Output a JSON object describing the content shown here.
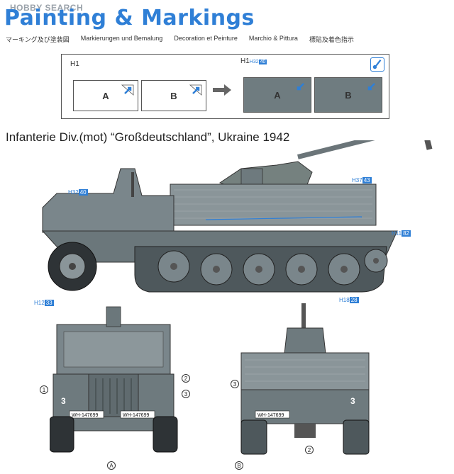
{
  "watermark": "HOBBY SEARCH",
  "title": "Painting & Markings",
  "subtitles": [
    "マーキング及び塗装図",
    "Markierungen und Bemalung",
    "Decoration et Peinture",
    "Marchio & Pittura",
    "標貼及着色指示"
  ],
  "steps": {
    "left_label": "H1",
    "right_label": "H1",
    "right_code": "H",
    "right_code2": "32",
    "right_num": "40",
    "panels": [
      "A",
      "B",
      "A",
      "B"
    ]
  },
  "caption": "Infanterie Div.(mot) “Großdeutschland”, Ukraine 1942",
  "callouts": [
    {
      "h": "H",
      "a": "32",
      "b": "40"
    },
    {
      "h": "H",
      "a": "37",
      "b": "43"
    },
    {
      "h": "H",
      "a": "11",
      "b": "82"
    },
    {
      "h": "H",
      "a": "12",
      "b": "33"
    },
    {
      "h": "H",
      "a": "18",
      "b": "28"
    }
  ],
  "markers": {
    "one": "1",
    "two": "2",
    "three": "3",
    "A": "A",
    "B": "B"
  },
  "vehicle_text": {
    "door_number": "3",
    "plate": "WH-147699",
    "plate2": "WH-147699"
  },
  "colors": {
    "title_blue": "#2f7fd6",
    "vehicle_grey": "#7a868b",
    "vehicle_dark": "#4e585c"
  }
}
